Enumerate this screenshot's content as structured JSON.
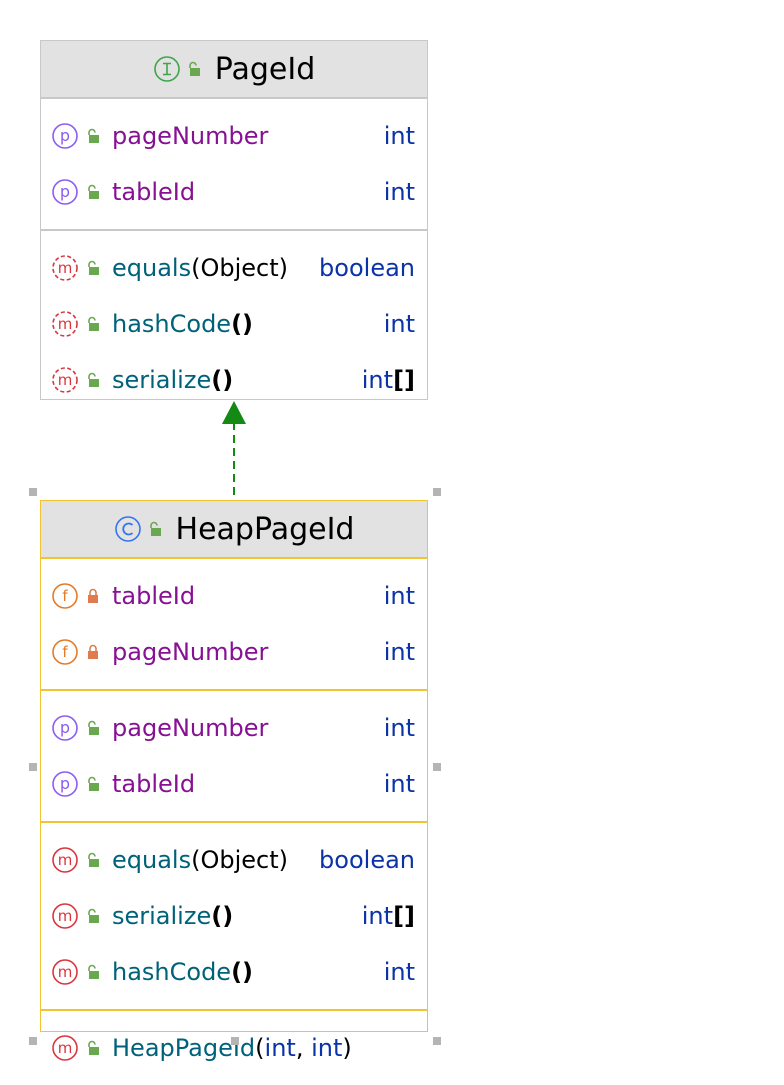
{
  "colors": {
    "header_bg": "#e2e2e2",
    "border_default": "#c8c8c8",
    "border_selected": "#f2c530",
    "arrow": "#138a13",
    "property_name": "#871094",
    "method_name": "#00627a",
    "type_keyword": "#0b33a8",
    "icon_property": "#8d5cf0",
    "icon_method": "#d9363e",
    "icon_field": "#e07b2a",
    "icon_interface": "#3fa44a",
    "icon_class": "#3574f0",
    "visibility_public": "#6aa84f",
    "visibility_private": "#e07b4f"
  },
  "diagram": {
    "relation": "implements",
    "interface": {
      "name": "PageId",
      "icon": "interface-icon",
      "properties": [
        {
          "name": "pageNumber",
          "type": "int"
        },
        {
          "name": "tableId",
          "type": "int"
        }
      ],
      "methods": [
        {
          "name": "equals",
          "params": "Object",
          "type": "boolean"
        },
        {
          "name": "hashCode",
          "params": "",
          "type": "int"
        },
        {
          "name": "serialize",
          "params": "",
          "type": "int"
        }
      ]
    },
    "class": {
      "name": "HeapPageId",
      "icon": "class-icon",
      "fields": [
        {
          "name": "tableId",
          "type": "int"
        },
        {
          "name": "pageNumber",
          "type": "int"
        }
      ],
      "properties": [
        {
          "name": "pageNumber",
          "type": "int"
        },
        {
          "name": "tableId",
          "type": "int"
        }
      ],
      "methods": [
        {
          "name": "equals",
          "params": "Object",
          "type": "boolean"
        },
        {
          "name": "serialize",
          "params": "",
          "type": "int"
        },
        {
          "name": "hashCode",
          "params": "",
          "type": "int"
        }
      ],
      "constructors": [
        {
          "name": "HeapPageId",
          "param1": "int",
          "param2": "int"
        }
      ]
    }
  }
}
